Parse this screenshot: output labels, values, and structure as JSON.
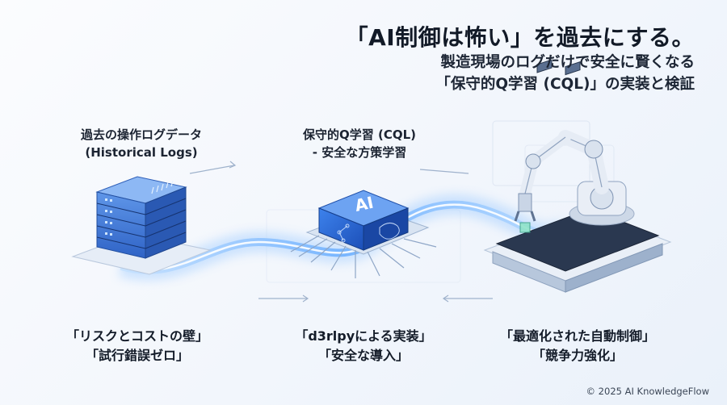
{
  "header": {
    "title": "「AI制御は怖い」を過去にする。",
    "subtitle_1": "製造現場のログだけで安全に賢くなる",
    "subtitle_2": "「保守的Q学習 (CQL)」の実装と検証"
  },
  "stages": [
    {
      "top_1": "過去の操作ログデータ",
      "top_2": "(Historical Logs)",
      "bottom_1": "「リスクとコストの壁」",
      "bottom_2": "「試行錯誤ゼロ」"
    },
    {
      "top_1": "保守的Q学習 (CQL)",
      "top_2": "- 安全な方策学習",
      "bottom_1": "「d3rlpyによる実装」",
      "bottom_2": "「安全な導入」"
    },
    {
      "bottom_1": "「最適化された自動制御」",
      "bottom_2": "「競争力強化」"
    }
  ],
  "chip_label": "AI",
  "footer": {
    "copyright": "© 2025 AI KnowledgeFlow"
  },
  "colors": {
    "accent": "#3f7fe0",
    "glow": "#8fc4ff",
    "dark": "#1a2334"
  },
  "icons": [
    "server-rack-icon",
    "ai-chip-icon",
    "robot-arm-icon",
    "conveyor-belt-icon"
  ]
}
